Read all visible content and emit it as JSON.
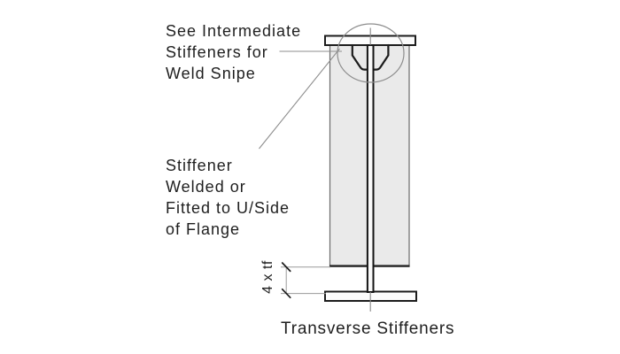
{
  "diagram": {
    "caption": "Transverse Stiffeners",
    "annotations": {
      "weld_snipe_note": {
        "lines": [
          "See Intermediate",
          "Stiffeners for",
          "Weld Snipe"
        ]
      },
      "stiffener_note": {
        "lines": [
          "Stiffener",
          "Welded or",
          "Fitted to U/Side",
          "of Flange"
        ]
      },
      "dimension_label": "4 x tf"
    },
    "colors": {
      "background": "#ffffff",
      "plate_fill": "#eaeaea",
      "outline": "#1c1c1c",
      "leader_line": "#8d8d8d",
      "dimension_line": "#9a9a9a",
      "text": "#1f1f1f"
    }
  }
}
